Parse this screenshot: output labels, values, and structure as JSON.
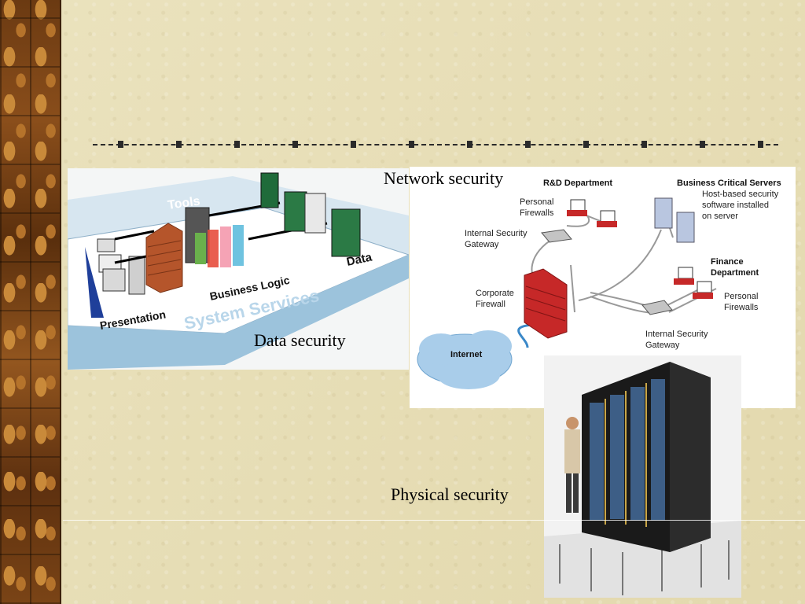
{
  "captions": {
    "network": "Network security",
    "data": "Data security",
    "physical": "Physical security"
  },
  "data_diagram": {
    "tools": "Tools",
    "business_logic": "Business Logic",
    "presentation": "Presentation",
    "system_services": "System Services",
    "data": "Data"
  },
  "network_diagram": {
    "rd_department": "R&D Department",
    "personal_firewalls_1": [
      "Personal",
      "Firewalls"
    ],
    "business_critical_servers": "Business Critical Servers",
    "host_based": [
      "Host-based security",
      "software installed",
      "on server"
    ],
    "internal_gateway_1": [
      "Internal Security",
      "Gateway"
    ],
    "finance_department": [
      "Finance",
      "Department"
    ],
    "corporate_firewall": [
      "Corporate",
      "Firewall"
    ],
    "personal_firewalls_2": [
      "Personal",
      "Firewalls"
    ],
    "internal_gateway_2": [
      "Internal Security",
      "Gateway"
    ],
    "internet": "Internet"
  },
  "colors": {
    "background": "#e8dfb6",
    "firewall_red": "#c62828",
    "cloud_blue": "#a9cdea"
  }
}
